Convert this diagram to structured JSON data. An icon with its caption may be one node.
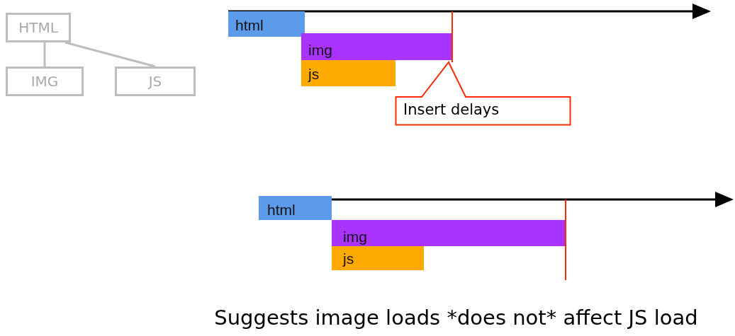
{
  "diagram": {
    "caption": "Suggests image loads *does not* affect JS load",
    "nodes": [
      {
        "text": [
          "HTML"
        ]
      },
      {
        "text": [
          "IMG"
        ]
      },
      {
        "text": [
          "JS"
        ]
      },
      {
        "text": [
          "html"
        ]
      },
      {
        "text": [
          "img"
        ]
      },
      {
        "text": [
          "js"
        ]
      },
      {
        "text": [
          "Insert delays"
        ]
      },
      {
        "text": [
          "html"
        ]
      },
      {
        "text": [
          "img"
        ]
      },
      {
        "text": [
          "js"
        ]
      }
    ],
    "edges": [
      {
        "from": 0,
        "to": 1,
        "arrow": "none"
      },
      {
        "from": 0,
        "to": 2,
        "arrow": "none"
      }
    ]
  }
}
